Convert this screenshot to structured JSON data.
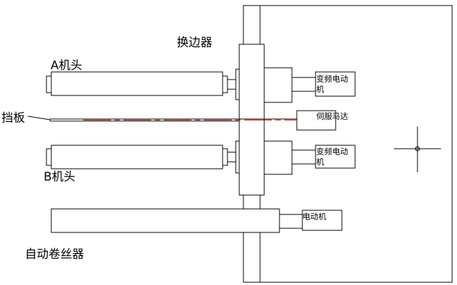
{
  "labels": {
    "edge_changer": "换边器",
    "head_a": "A机头",
    "baffle": "挡板",
    "head_b": "B机头",
    "auto_winder": "自动卷丝器",
    "vfd_motor_top": "变频电动机",
    "servo_motor": "伺服马达",
    "vfd_motor_bottom": "变频电动机",
    "motor": "电动机"
  },
  "colors": {
    "line": "#000000",
    "baffle_line": "#cc0000"
  }
}
